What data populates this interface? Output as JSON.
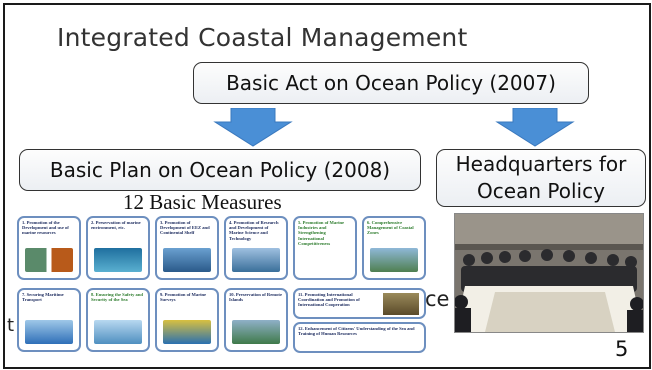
{
  "slide": {
    "title": "Integrated Coastal Management",
    "basic_act": "Basic Act on Ocean Policy (2007)",
    "basic_plan": "Basic Plan on Ocean Policy (2008)",
    "headquarters": "Headquarters for\nOcean Policy",
    "measures_title": "12 Basic Measures",
    "obscured_text_fragment": "ce",
    "obscured_text_left": "t",
    "page_number": "5"
  },
  "measures": [
    {
      "label": "1. Promotion of the Development and use of marine resources",
      "highlight": false,
      "thumb_color": "#5a8a6a"
    },
    {
      "label": "2. Preservation of marine environment, etc.",
      "highlight": false,
      "thumb_color": "#3a8fb0"
    },
    {
      "label": "3. Promotion of Development of EEZ and Continental Shelf",
      "highlight": false,
      "thumb_color": "#4f7fa8"
    },
    {
      "label": "4. Promotion of Research and Development of Marine Science and Technology",
      "highlight": false,
      "thumb_color": "#3a6f9a"
    },
    {
      "label": "5. Promotion of Marine Industries and Strengthening International Competitiveness",
      "highlight": true,
      "thumb_color": ""
    },
    {
      "label": "6. Comprehensive Management of Coastal Zones",
      "highlight": true,
      "thumb_color": "#6f9f70"
    },
    {
      "label": "7. Securing Maritime Transport",
      "highlight": false,
      "thumb_color": "#2f6fb8"
    },
    {
      "label": "8. Ensuring the Safety and Security of the Sea",
      "highlight": true,
      "thumb_color": "#4f8fc0"
    },
    {
      "label": "9. Promotion of Marine Surveys",
      "highlight": false,
      "thumb_color": "#2a70b0"
    },
    {
      "label": "10. Preservation of Remote Islands",
      "highlight": false,
      "thumb_color": "#5f9a6a"
    },
    {
      "label": "11. Promoting International Coordination and Promotion of International Cooperation",
      "highlight": false,
      "thumb_color": "#8a7a4a"
    },
    {
      "label": "12. Enhancement of Citizens' Understanding of the Sea and Training of Human Resources",
      "highlight": false,
      "thumb_color": "#6a7a9a"
    }
  ]
}
